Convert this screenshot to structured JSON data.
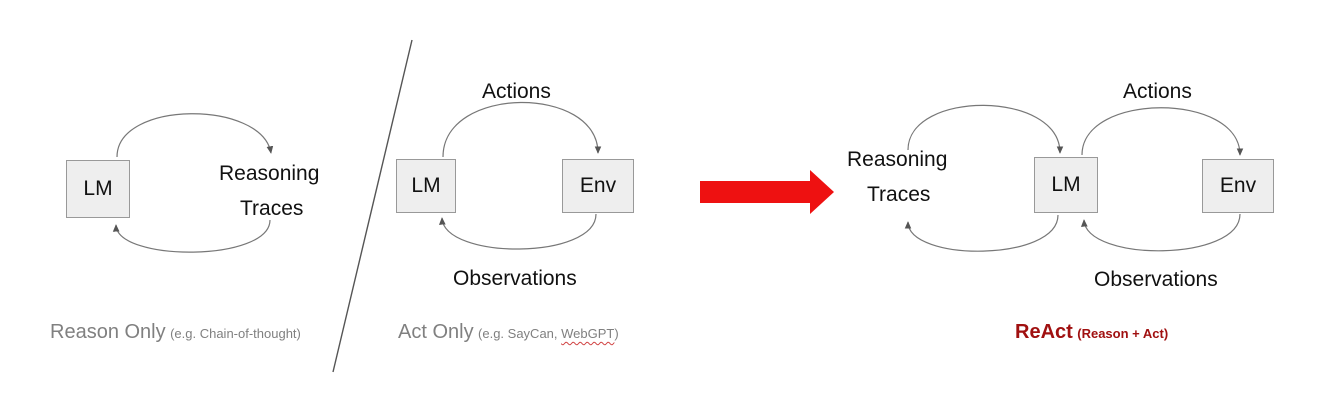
{
  "colors": {
    "arrow_red": "#ee1111",
    "react_caption": "#a01010",
    "caption_gray": "#808080",
    "box_fill": "#eeeeee",
    "box_border": "#999999",
    "curve_stroke": "#777777"
  },
  "reason_only": {
    "lm_label": "LM",
    "reasoning_label": "Reasoning",
    "traces_label": "Traces",
    "caption_main": "Reason Only",
    "caption_sub": "(e.g. Chain-of-thought)"
  },
  "act_only": {
    "lm_label": "LM",
    "env_label": "Env",
    "actions_label": "Actions",
    "observations_label": "Observations",
    "caption_main": "Act Only",
    "caption_sub_prefix": "(e.g. SayCan, ",
    "caption_sub_webgpt": "WebGPT",
    "caption_sub_suffix": ")"
  },
  "react": {
    "lm_label": "LM",
    "env_label": "Env",
    "reasoning_label": "Reasoning",
    "traces_label": "Traces",
    "actions_label": "Actions",
    "observations_label": "Observations",
    "caption_main": "ReAct",
    "caption_sub": "(Reason + Act)"
  }
}
